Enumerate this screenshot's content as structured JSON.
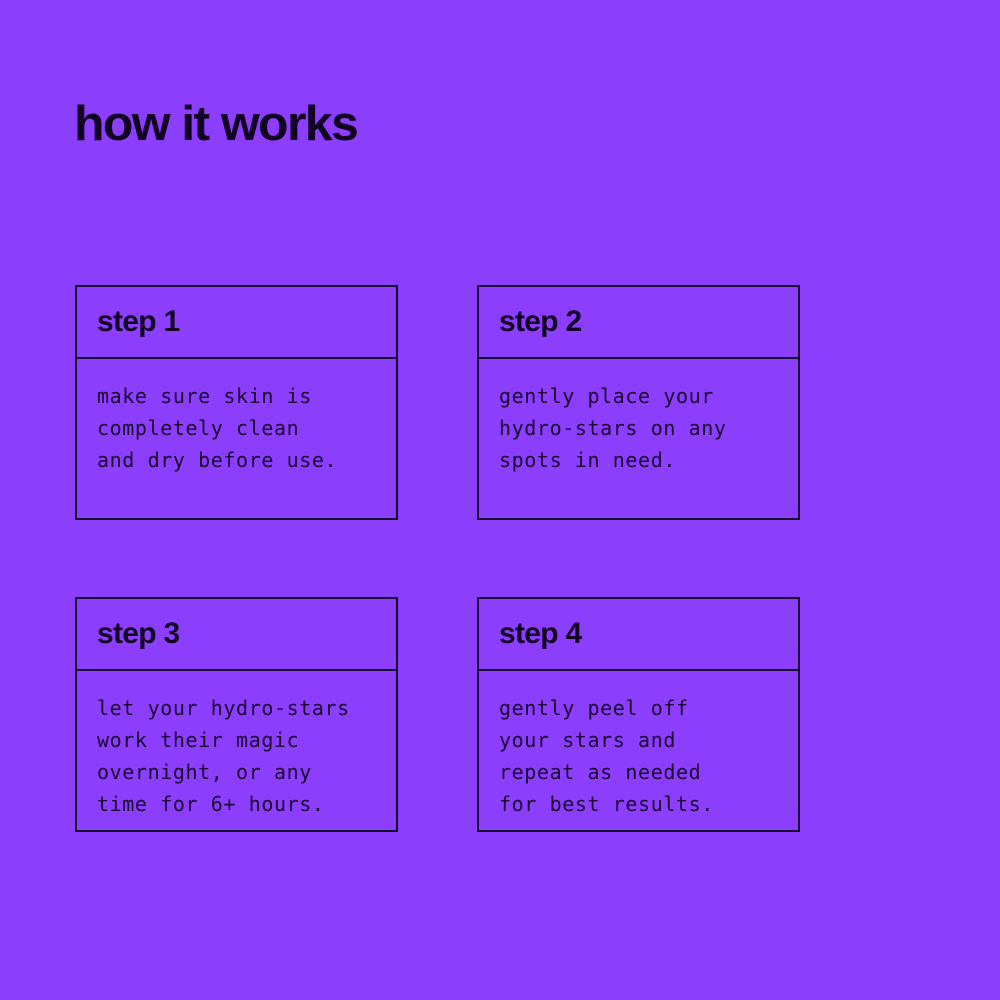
{
  "theme": {
    "background": "#8B3FFD",
    "ink": "#120322",
    "border": "#17052B",
    "body_ink": "#1A0630"
  },
  "header": {
    "title": "how it works"
  },
  "steps": [
    {
      "label": "step 1",
      "body": "make sure skin is\ncompletely clean\nand dry before use."
    },
    {
      "label": "step 2",
      "body": "gently place your\nhydro-stars on any\nspots in need."
    },
    {
      "label": "step 3",
      "body": "let your hydro-stars\nwork their magic\novernight, or any\ntime for 6+ hours."
    },
    {
      "label": "step 4",
      "body": "gently peel off\nyour stars and\nrepeat as needed\nfor best results."
    }
  ]
}
